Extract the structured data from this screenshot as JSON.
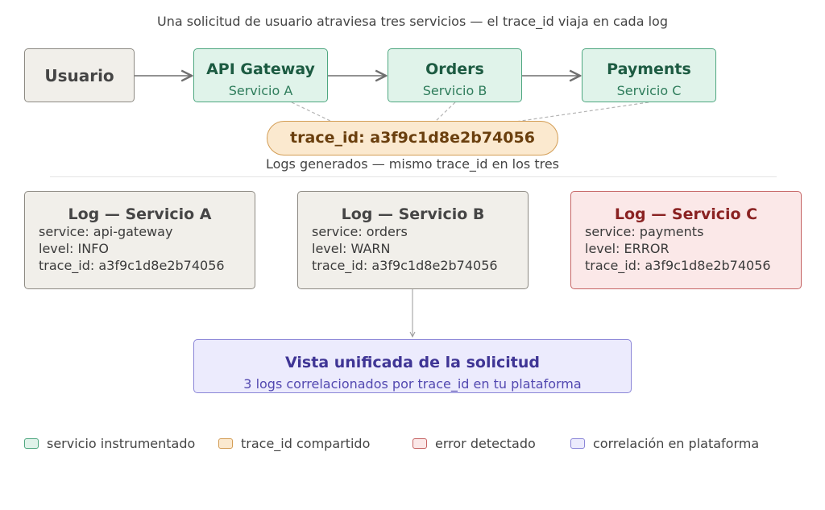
{
  "title": "Una solicitud de usuario atraviesa tres servicios — el trace_id viaja en cada log",
  "flow": {
    "user": "Usuario",
    "services": [
      {
        "name": "API Gateway",
        "sub": "Servicio A"
      },
      {
        "name": "Orders",
        "sub": "Servicio B"
      },
      {
        "name": "Payments",
        "sub": "Servicio C"
      }
    ]
  },
  "trace": {
    "label": "trace_id: a3f9c1d8e2b74056",
    "caption": "Logs generados — mismo trace_id en los tres"
  },
  "logs": [
    {
      "title": "Log — Servicio A",
      "service": "service: api-gateway",
      "level": "level: INFO",
      "trace": "trace_id: a3f9c1d8e2b74056"
    },
    {
      "title": "Log — Servicio B",
      "service": "service: orders",
      "level": "level: WARN",
      "trace": "trace_id: a3f9c1d8e2b74056"
    },
    {
      "title": "Log — Servicio C",
      "service": "service: payments",
      "level": "level: ERROR",
      "trace": "trace_id: a3f9c1d8e2b74056"
    }
  ],
  "unified": {
    "title": "Vista unificada de la solicitud",
    "subtitle": "3 logs correlacionados por trace_id en tu plataforma"
  },
  "legend": [
    {
      "label": "servicio instrumentado",
      "fill": "#e0f3ea",
      "stroke": "#4ea780"
    },
    {
      "label": "trace_id compartido",
      "fill": "#fbe9cf",
      "stroke": "#d39d55"
    },
    {
      "label": "error detectado",
      "fill": "#fbe8e8",
      "stroke": "#c56464"
    },
    {
      "label": "correlación en plataforma",
      "fill": "#ecebfd",
      "stroke": "#8b86d8"
    }
  ]
}
